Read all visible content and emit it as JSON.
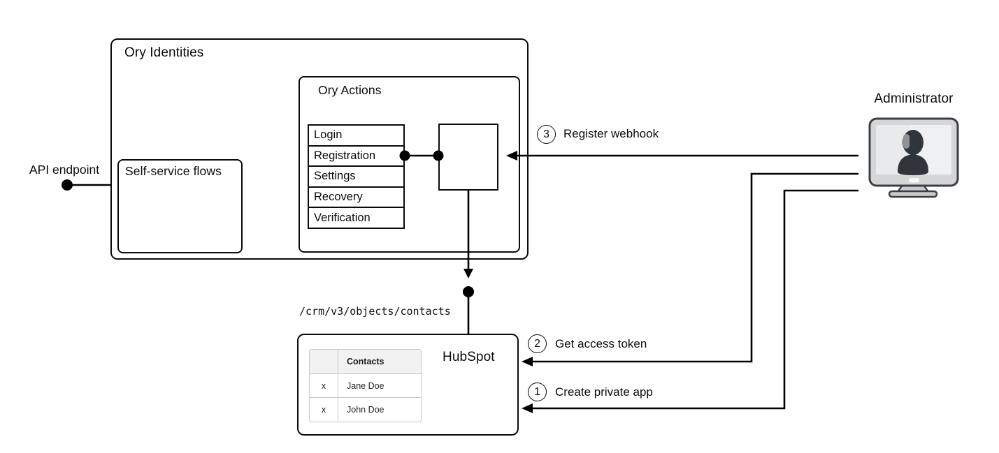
{
  "colors": {
    "stroke": "#000000",
    "table_border": "#c9c9c9",
    "table_header_bg": "#f2f2f2",
    "monitor_frame": "#d5d6d8",
    "monitor_screen": "#eff0f1",
    "silhouette": "#2f353a"
  },
  "ory_identities": {
    "title": "Ory Identities"
  },
  "self_service": {
    "label": "Self-service flows"
  },
  "ory_actions": {
    "title": "Ory Actions",
    "flows": [
      "Login",
      "Registration",
      "Settings",
      "Recovery",
      "Verification"
    ]
  },
  "api_endpoint": {
    "label": "API endpoint"
  },
  "crm_path": {
    "label": "/crm/v3/objects/contacts"
  },
  "hubspot": {
    "title": "HubSpot",
    "table": {
      "header_col0": "",
      "header_col1": "Contacts",
      "rows": [
        {
          "col0": "x",
          "col1": "Jane Doe"
        },
        {
          "col0": "x",
          "col1": "John Doe"
        }
      ]
    }
  },
  "administrator": {
    "label": "Administrator",
    "icon": "monitor-user-icon"
  },
  "steps": [
    {
      "number": "1",
      "label": "Create private app"
    },
    {
      "number": "2",
      "label": "Get access token"
    },
    {
      "number": "3",
      "label": "Register webhook"
    }
  ]
}
